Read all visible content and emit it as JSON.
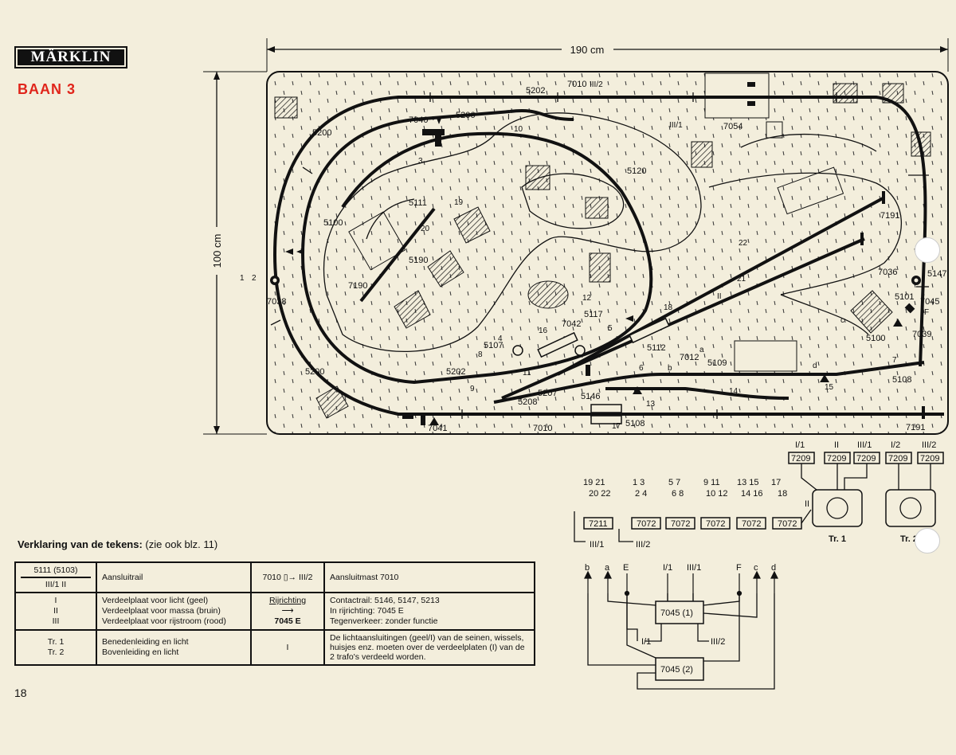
{
  "brand": "MÄRKLIN",
  "title": "BAAN 3",
  "page_number": "18",
  "dimensions": {
    "width": "190 cm",
    "height": "100 cm"
  },
  "legend": {
    "heading": "Verklaring van de tekens:",
    "heading_note": "(zie ook blz. 11)",
    "rows": [
      {
        "symbol_top": "5111   (5103)",
        "symbol_bottom": "III/1   II",
        "desc": "Aansluitrail",
        "symbol2": "7010",
        "symbol2_suffix": "III/2",
        "desc2": "Aansluitmast 7010"
      },
      {
        "symbols": [
          "I",
          "II",
          "III"
        ],
        "descs": [
          "Verdeelplaat voor licht (geel)",
          "Verdeelplaat voor massa (bruin)",
          "Verdeelplaat voor rijstroom (rood)"
        ],
        "symbol2_top": "Rijrichting",
        "symbol2_bottom": "7045 E",
        "descs2": [
          "Contactrail:   5146, 5147, 5213",
          "In rijrichting:  7045 E",
          "Tegenverkeer:  zonder functie"
        ]
      },
      {
        "symbols": [
          "Tr. 1",
          "Tr. 2"
        ],
        "descs": [
          "Benedenleiding en licht",
          "Bovenleiding en licht"
        ],
        "symbol2": "I",
        "desc2": "De lichtaansluitingen (geel/I) van de seinen, wissels, huisjes enz. moeten over de verdeelplaten (I) van de 2 trafo's verdeeld worden."
      }
    ]
  },
  "layout_labels": {
    "tracks": [
      "5202",
      "5206",
      "5200",
      "5100",
      "5120",
      "5111",
      "5190",
      "7190",
      "7038",
      "7040",
      "7054",
      "7010",
      "7191",
      "7036",
      "5147",
      "5101",
      "7045",
      "7039",
      "5100",
      "5108",
      "5109",
      "7012",
      "5107",
      "5112",
      "5117",
      "7042",
      "5146",
      "5202",
      "5208",
      "5207",
      "7041",
      "5200",
      "7010",
      "5108",
      "7191"
    ],
    "small": [
      "III/2",
      "III/1",
      "I",
      "II",
      "10",
      "3",
      "19",
      "20",
      "1",
      "2",
      "12",
      "18",
      "16",
      "4",
      "8",
      "11",
      "9",
      "5",
      "6",
      "13",
      "14",
      "15",
      "17",
      "21",
      "22",
      "a",
      "b",
      "c",
      "d",
      "F",
      "7"
    ]
  },
  "wiring": {
    "transformer_labels": [
      "Tr. 1",
      "Tr. 2"
    ],
    "top_terminals": [
      "I/1",
      "II",
      "III/1",
      "I/2",
      "III/2"
    ],
    "top_boxes": [
      "7209",
      "7209",
      "7209",
      "7209",
      "7209"
    ],
    "switch_boxes": [
      "7211",
      "7072",
      "7072",
      "7072",
      "7072",
      "7072"
    ],
    "switch_numbers": [
      "19 21",
      "20 22",
      "1 3",
      "2 4",
      "5 7",
      "6 8",
      "9 11",
      "10 12",
      "13 15",
      "14 16",
      "17",
      "18"
    ],
    "switch_outputs": [
      "III/1",
      "III/2"
    ],
    "end_label": "II",
    "relay_boxes": [
      "7045 (1)",
      "7045 (2)"
    ],
    "relay_terminals": [
      "b",
      "a",
      "E",
      "I/1",
      "III/1",
      "F",
      "c",
      "d"
    ],
    "relay_mid": [
      "I/1",
      "III/2"
    ]
  },
  "colors": {
    "paper": "#f3eedc",
    "ink": "#111111",
    "accent": "#e0251b"
  }
}
